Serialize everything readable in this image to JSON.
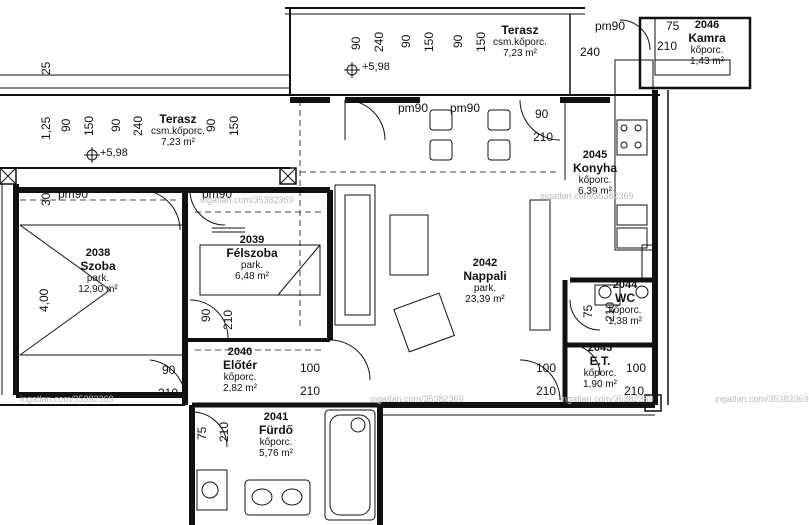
{
  "rooms": {
    "terasz_top": {
      "name": "Terasz",
      "floor": "csm.kőporc.",
      "area": "7,23 m²"
    },
    "terasz_left": {
      "name": "Terasz",
      "floor": "csm.kőporc.",
      "area": "7,23 m²"
    },
    "kamra": {
      "number": "2046",
      "name": "Kamra",
      "floor": "kőporc.",
      "area": "1,43 m²"
    },
    "konyha": {
      "number": "2045",
      "name": "Konyha",
      "floor": "kőporc.",
      "area": "6,39 m²"
    },
    "szoba": {
      "number": "2038",
      "name": "Szoba",
      "floor": "park.",
      "area": "12,90 m²"
    },
    "felszoba": {
      "number": "2039",
      "name": "Félszoba",
      "floor": "park.",
      "area": "6,48 m²"
    },
    "nappali": {
      "number": "2042",
      "name": "Nappali",
      "floor": "park.",
      "area": "23,39 m²"
    },
    "wc": {
      "number": "2044",
      "name": "WC",
      "floor": "kőporc.",
      "area": "1,38 m²"
    },
    "eloter": {
      "number": "2040",
      "name": "Előtér",
      "floor": "kőporc.",
      "area": "2,82 m²"
    },
    "et": {
      "number": "2043",
      "name": "E.T.",
      "floor": "kőporc.",
      "area": "1,90 m²"
    },
    "furdo": {
      "number": "2041",
      "name": "Fürdő",
      "floor": "kőporc.",
      "area": "5,76 m²"
    }
  },
  "door_labels": {
    "pm_terrace_1": "pm90",
    "pm_terrace_2": "pm90",
    "pm_top_right": "pm90",
    "pm_szoba": "pm90",
    "pm_felszoba": "pm90"
  },
  "dimensions": {
    "d75": "75",
    "d210_kamra": "210",
    "d240_kamra": "240",
    "d90_kitchen": "90",
    "d210_kitchen": "210",
    "d90_eloter": "90",
    "d210_eloter": "210",
    "d100_eloter": "100",
    "d210_eloter_b": "210",
    "d100_nappali": "100",
    "d210_nappali": "210",
    "d100_et": "100",
    "d210_et": "210",
    "v_top_90a": "90",
    "v_top_240": "240",
    "v_top_90b": "90",
    "v_top_150a": "150",
    "v_top_90c": "90",
    "v_top_150b": "150",
    "v_left_90a": "90",
    "v_left_150a": "150",
    "v_left_90b": "90",
    "v_left_240": "240",
    "v_left_90c": "90",
    "v_left_150b": "150",
    "v_left_125": "1,25",
    "v_left_25": "25",
    "v_30": "30",
    "v_400": "4,00",
    "v_90_felszoba": "90",
    "v_210_felszoba": "210",
    "v_75_furdo": "75",
    "v_210_furdo": "210",
    "v_75_wc": "75",
    "v_210_wc": "210"
  },
  "elevations": {
    "top": "+5,98",
    "left": "+5,98"
  },
  "watermarks": {
    "w1": "ingatlan.com/35382369",
    "w2": "ingatlan.com/35382369",
    "w3": "ingatlan.com/35382369",
    "w4": "ingatlan.com/35382369",
    "w5": "ingatlan.com/35382369",
    "w6": "ingatlan.com/35382369"
  }
}
